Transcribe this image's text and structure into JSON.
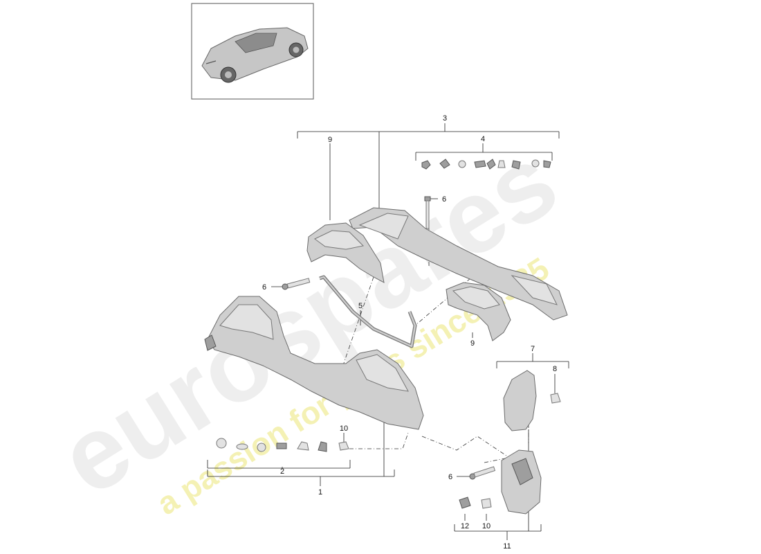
{
  "watermark": {
    "brand": "eurospares",
    "tagline": "a passion for parts since 1985"
  },
  "callouts": {
    "c1": "1",
    "c2": "2",
    "c3": "3",
    "c4": "4",
    "c5": "5",
    "c6a": "6",
    "c6b": "6",
    "c6c": "6",
    "c7": "7",
    "c8": "8",
    "c9a": "9",
    "c9b": "9",
    "c10a": "10",
    "c10b": "10",
    "c11": "11",
    "c12": "12"
  },
  "colors": {
    "part_fill": "#cfcfcf",
    "part_stroke": "#6b6b6b",
    "watermark_grey": "#eeeeee",
    "watermark_yellow": "#f4f1b4"
  }
}
